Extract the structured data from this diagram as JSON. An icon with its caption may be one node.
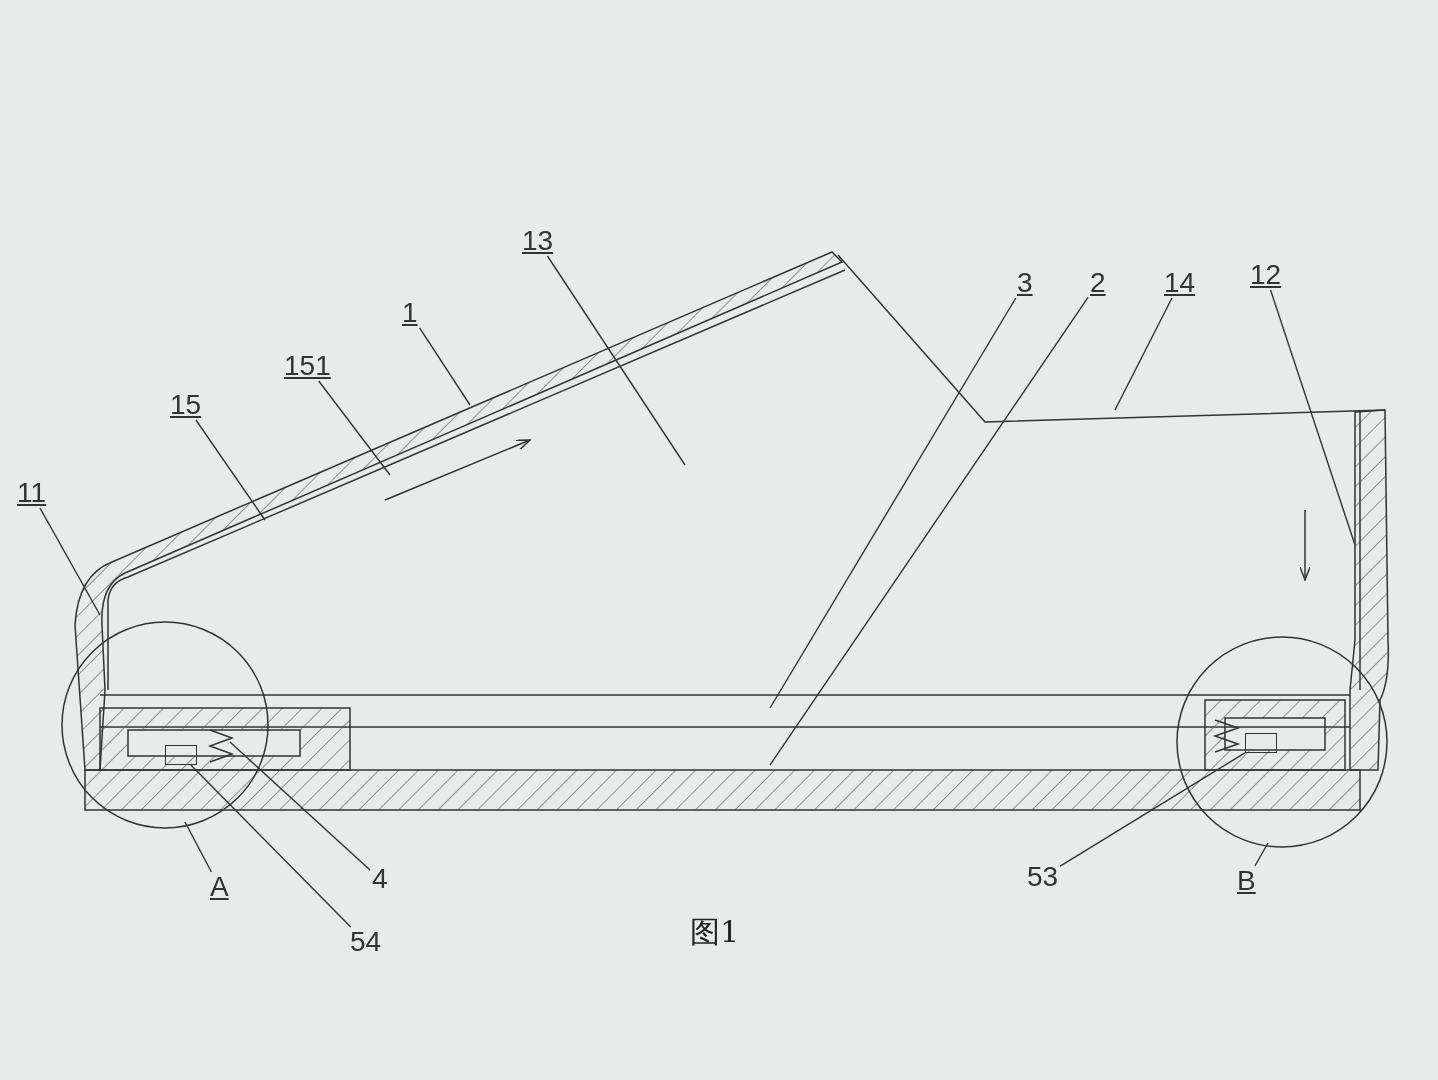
{
  "diagram": {
    "caption": "图1",
    "nodes": [
      {
        "text": [
          "13"
        ]
      },
      {
        "text": [
          "1"
        ]
      },
      {
        "text": [
          "151"
        ]
      },
      {
        "text": [
          "15"
        ]
      },
      {
        "text": [
          "11"
        ]
      },
      {
        "text": [
          "3"
        ]
      },
      {
        "text": [
          "2"
        ]
      },
      {
        "text": [
          "14"
        ]
      },
      {
        "text": [
          "12"
        ]
      },
      {
        "text": [
          "A"
        ]
      },
      {
        "text": [
          "B"
        ]
      },
      {
        "text": [
          "53"
        ]
      },
      {
        "text": [
          "54"
        ]
      },
      {
        "text": [
          "4"
        ]
      },
      {
        "text": [],
        "shape": "box"
      },
      {
        "text": [],
        "shape": "box"
      }
    ],
    "edges": [
      {
        "from": 0,
        "to": null,
        "arrow": "none"
      },
      {
        "from": 1,
        "to": null,
        "arrow": "none"
      },
      {
        "from": 2,
        "to": null,
        "arrow": "none"
      },
      {
        "from": 3,
        "to": null,
        "arrow": "none"
      },
      {
        "from": 4,
        "to": null,
        "arrow": "none"
      },
      {
        "from": 5,
        "to": null,
        "arrow": "none"
      },
      {
        "from": 6,
        "to": null,
        "arrow": "none"
      },
      {
        "from": 7,
        "to": null,
        "arrow": "none"
      },
      {
        "from": 8,
        "to": null,
        "arrow": "none"
      },
      {
        "from": 9,
        "to": null,
        "arrow": "none"
      },
      {
        "from": 10,
        "to": null,
        "arrow": "none"
      },
      {
        "from": 11,
        "to": 15,
        "arrow": "none"
      },
      {
        "from": 12,
        "to": 14,
        "arrow": "none"
      },
      {
        "from": 13,
        "to": null,
        "arrow": "none"
      }
    ]
  }
}
